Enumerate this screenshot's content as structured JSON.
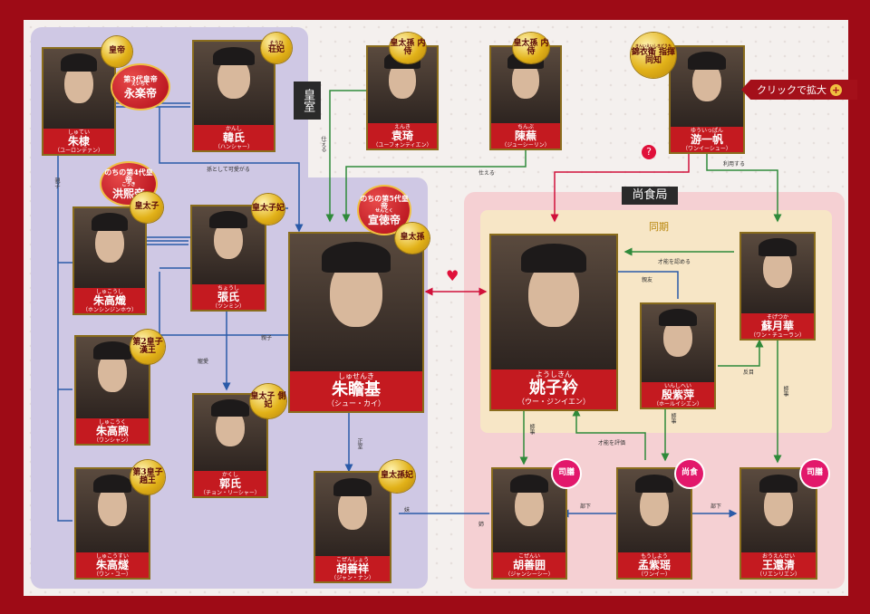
{
  "zoom_label": "クリックで拡大",
  "zoom_icon": "+",
  "zones": {
    "imperial": "皇室",
    "shokushokukyoku": "尚食局",
    "doki": "同期"
  },
  "people": {
    "zhudi": {
      "ruby": "しゅてい",
      "name": "朱棣",
      "kana": "（ユーロンデァン）"
    },
    "hanshi": {
      "ruby": "かんし",
      "name": "韓氏",
      "kana": "（ハンシャー）"
    },
    "yuanqi": {
      "ruby": "えんき",
      "name": "袁琦",
      "kana": "（ユーフォンティエン）"
    },
    "chenwu": {
      "ruby": "ちんぶ",
      "name": "陳蕪",
      "kana": "（ジューシーリン）"
    },
    "youyifan": {
      "ruby": "ゆういっぱん",
      "name": "游一帆",
      "kana": "（ワンイーシュー）"
    },
    "zhugaochi": {
      "ruby": "しゅこうし",
      "name": "朱高熾",
      "kana": "（ホンシンジンホウ）"
    },
    "zhangshi": {
      "ruby": "ちょうし",
      "name": "張氏",
      "kana": "（ツンミン）"
    },
    "zhuzhanji": {
      "ruby": "しゅせんき",
      "name": "朱瞻基",
      "kana": "（シュー・カイ）"
    },
    "yaozling": {
      "ruby": "ようしきん",
      "name": "姚子衿",
      "kana": "（ウー・ジンイエン）"
    },
    "suyuehua": {
      "ruby": "そげつか",
      "name": "蘇月華",
      "kana": "（ワン・チューラン）"
    },
    "yinziping": {
      "ruby": "いんしへい",
      "name": "殷紫萍",
      "kana": "（ホールイシエン）"
    },
    "zhugaoxu": {
      "ruby": "しゅこうく",
      "name": "朱高煦",
      "kana": "（ワンシャン）"
    },
    "guoshi": {
      "ruby": "かくし",
      "name": "郭氏",
      "kana": "（チョン・リーシャー）"
    },
    "zhugaosui": {
      "ruby": "しゅこうすい",
      "name": "朱高燧",
      "kana": "（ワン・ユー）"
    },
    "hushanxiang": {
      "ruby": "こぜんしょう",
      "name": "胡善祥",
      "kana": "（ジャン・ナン）"
    },
    "hushanwei": {
      "ruby": "こぜんい",
      "name": "胡善囲",
      "kana": "（ジャンシーシー）"
    },
    "mengziyao": {
      "ruby": "もうしよう",
      "name": "孟紫瑶",
      "kana": "（ワンイー）"
    },
    "wangyunqing": {
      "ruby": "おうえんせい",
      "name": "王還清",
      "kana": "（リエンリエン）"
    }
  },
  "badges": {
    "emperor": "皇帝",
    "yongle": {
      "pre": "第3代皇帝",
      "ruby": "えいらく",
      "main": "永楽帝"
    },
    "zhuangfei": "荘妃",
    "zhuangfei_ruby": "そうひ",
    "hongxi": {
      "pre": "のちの第4代皇帝",
      "ruby": "こうき",
      "main": "洪熙帝"
    },
    "crown_prince": "皇太子",
    "crown_princess": "皇太子妃",
    "xuande": {
      "pre": "のちの第5代皇帝",
      "ruby": "せんとく",
      "main": "宣徳帝"
    },
    "grandson": "皇太孫",
    "eunuch": "皇太孫 内侍",
    "jinyiwei": {
      "ruby": "きんいえいしきどうち",
      "main": "錦衣衛 指揮同知"
    },
    "second_prince": "第2皇子 漢王",
    "concubine": "皇太子 側妃",
    "third_prince": "第3皇子 趙王",
    "grandson_consort": "皇太孫妃",
    "sizhuan": "司膳",
    "shangshi": "尚食"
  },
  "relations": {
    "r1": "孫として可愛がる",
    "r2": "親子",
    "r3": "親子",
    "r4": "寵愛",
    "r5": "正室",
    "r6": "仕える",
    "r7": "仕える",
    "r8": "利用する",
    "r9": "才能を認める",
    "r10": "親友",
    "r11": "反目",
    "r12": "師事",
    "r13": "師事",
    "r14": "師事",
    "r15": "才能を評価",
    "r16": "部下",
    "r17": "部下",
    "r18": "妹",
    "r19": "姉"
  }
}
